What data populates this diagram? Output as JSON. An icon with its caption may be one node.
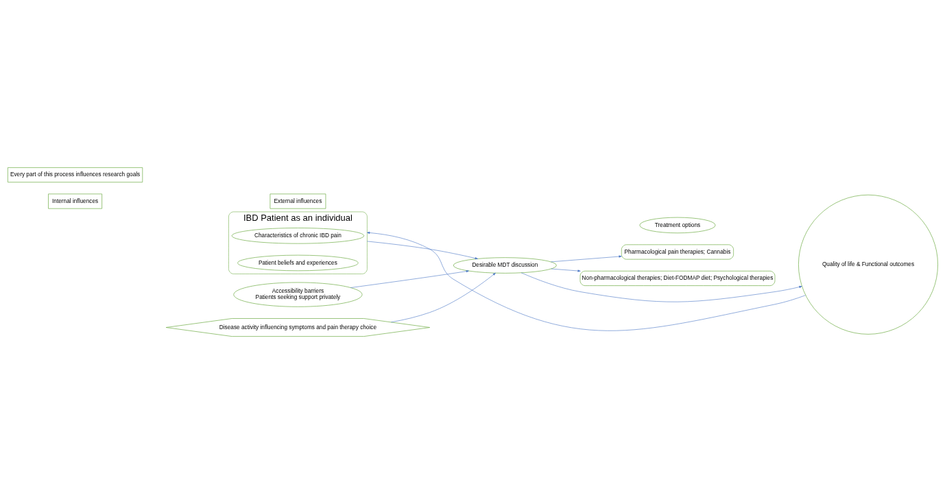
{
  "diagram": {
    "nodes": [
      {
        "text": [
          "Internal influences"
        ]
      },
      {
        "text": [
          "External influences"
        ]
      },
      {
        "text": [
          "IBD Patient as an individual"
        ]
      },
      {
        "text": [
          "Characteristics of chronic IBD pain"
        ],
        "in": 2
      },
      {
        "text": [
          "Patient beliefs and experiences"
        ],
        "in": 2
      },
      {
        "text": [
          "Accessibility barriers",
          "Patients seeking support privately"
        ]
      },
      {
        "text": [
          "Disease activity influencing symptoms and pain therapy choice"
        ]
      },
      {
        "text": [
          "Desirable MDT discussion"
        ]
      },
      {
        "text": [
          "Treatment options"
        ]
      },
      {
        "text": [
          "Pharmacological pain therapies; Cannabis"
        ]
      },
      {
        "text": [
          "Non-pharmacological therapies; Diet-FODMAP diet; Psychological therapies"
        ]
      },
      {
        "text": [
          "Quality of life & Functional outcomes"
        ]
      },
      {
        "text": [
          "Every part of this process influences research goals"
        ]
      }
    ],
    "edges": [
      {
        "from": 2,
        "to": 7,
        "arrow": "to"
      },
      {
        "from": 5,
        "to": 7,
        "arrow": "to"
      },
      {
        "from": 6,
        "to": 7,
        "arrow": "to"
      },
      {
        "from": 7,
        "to": 9,
        "arrow": "to"
      },
      {
        "from": 7,
        "to": 10,
        "arrow": "to"
      },
      {
        "from": 7,
        "to": 11,
        "arrow": "to"
      },
      {
        "from": 11,
        "to": 2,
        "arrow": "to"
      }
    ]
  }
}
